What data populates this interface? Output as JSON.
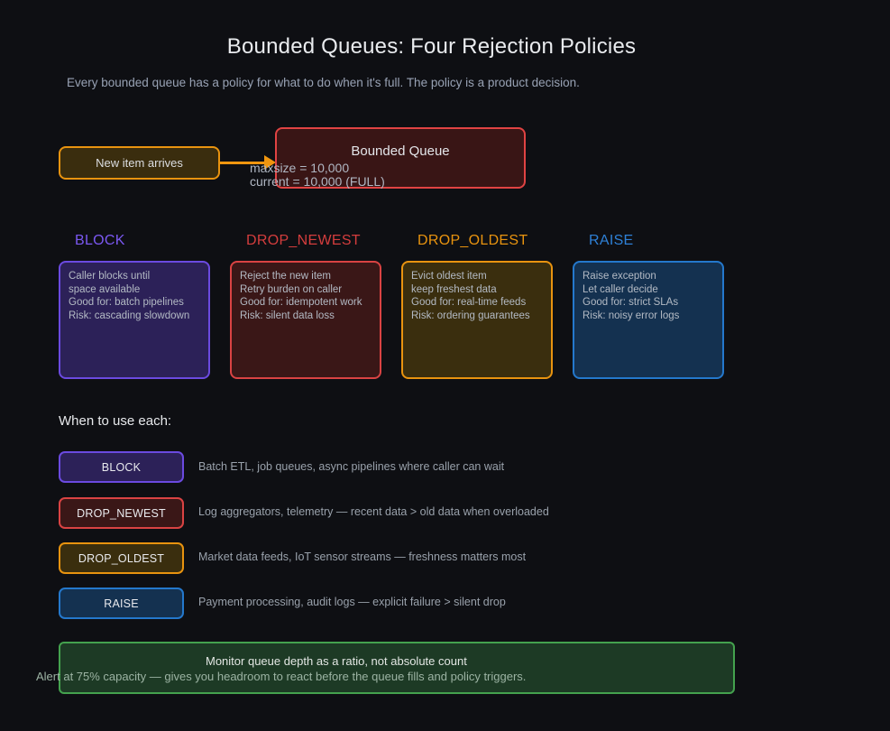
{
  "title": "Bounded Queues: Four Rejection Policies",
  "subtitle": "Every bounded queue has a policy for what to do when it's full. The policy is a product decision.",
  "flow": {
    "new_item_label": "New item arrives",
    "queue_title": "Bounded Queue",
    "queue_maxsize": "maxsize = 10,000",
    "queue_current": "current = 10,000 (FULL)"
  },
  "policies": [
    {
      "name": "BLOCK",
      "color": "#7b58f2",
      "lines": [
        "Caller blocks until",
        "space available",
        "Good for: batch pipelines",
        "Risk: cascading slowdown"
      ]
    },
    {
      "name": "DROP_NEWEST",
      "color": "#d43d3d",
      "lines": [
        "Reject the new item",
        "Retry burden on caller",
        "Good for: idempotent work",
        "Risk: silent data loss"
      ]
    },
    {
      "name": "DROP_OLDEST",
      "color": "#e8930f",
      "lines": [
        "Evict oldest item",
        "keep freshest data",
        "Good for: real-time feeds",
        "Risk: ordering guarantees"
      ]
    },
    {
      "name": "RAISE",
      "color": "#2e80d6",
      "lines": [
        "Raise exception",
        "Let caller decide",
        "Good for: strict SLAs",
        "Risk: noisy error logs"
      ]
    }
  ],
  "usage": {
    "heading": "When to use each:",
    "rows": [
      {
        "label": "BLOCK",
        "description": "Batch ETL, job queues, async pipelines where caller can wait"
      },
      {
        "label": "DROP_NEWEST",
        "description": "Log aggregators, telemetry — recent data > old data when overloaded"
      },
      {
        "label": "DROP_OLDEST",
        "description": "Market data feeds, IoT sensor streams — freshness matters most"
      },
      {
        "label": "RAISE",
        "description": "Payment processing, audit logs — explicit failure > silent drop"
      }
    ]
  },
  "footer": {
    "line1": "Monitor queue depth as a ratio, not absolute count",
    "line2": "Alert at 75% capacity — gives you headroom to react before the queue fills and policy triggers."
  },
  "colors": {
    "background": "#0e0f13",
    "block_accent": "#6b4ae0",
    "drop_newest_accent": "#d94343",
    "drop_oldest_accent": "#e8930f",
    "raise_accent": "#2478cc",
    "arrow": "#f0960f",
    "queue_border": "#e04343",
    "footer_border": "#44a24e"
  }
}
